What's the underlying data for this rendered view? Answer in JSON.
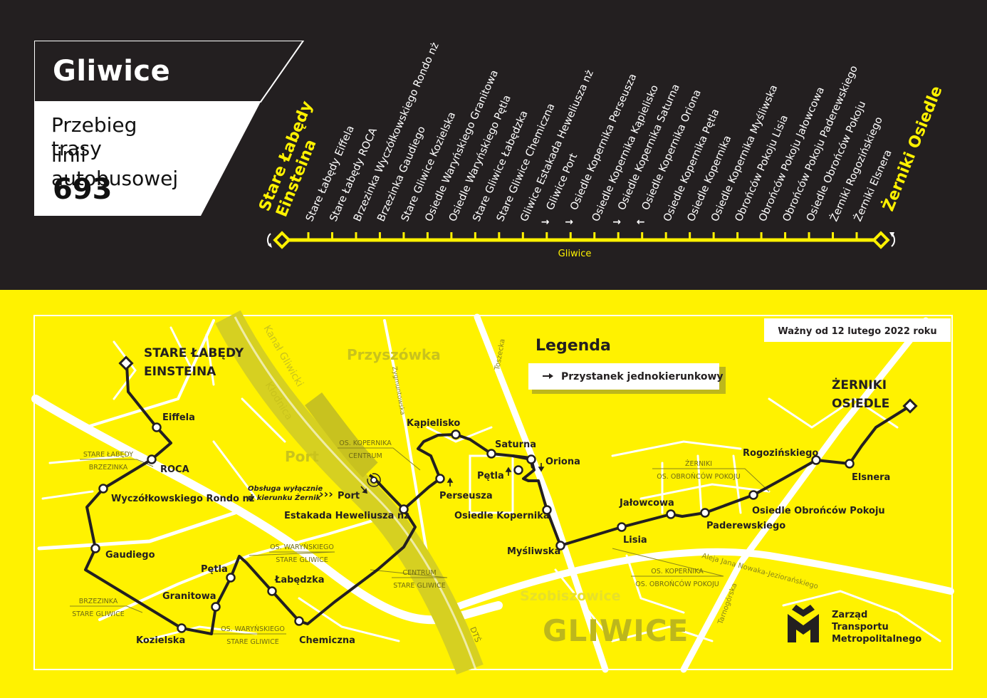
{
  "header": {
    "city": "Gliwice",
    "subtitle_line1": "Przebieg trasy",
    "subtitle_line2": "linii autobusowej",
    "line_number": "693"
  },
  "route_strip": {
    "start_terminal": [
      "Stare Łabędy",
      "Einsteina"
    ],
    "end_terminal": "Żerniki Osiedle",
    "zone_label": "Gliwice",
    "stops": [
      {
        "label": "Stare Łabędy Eiffela",
        "one_way": null
      },
      {
        "label": "Stare Łabędy ROCA",
        "one_way": null
      },
      {
        "label": "Brzezinka Wyczółkowskiego Rondo nż",
        "one_way": null
      },
      {
        "label": "Brzezinka Gaudiego",
        "one_way": null
      },
      {
        "label": "Stare Gliwice Kozielska",
        "one_way": null
      },
      {
        "label": "Osiedle Waryńskiego Granitowa",
        "one_way": null
      },
      {
        "label": "Osiedle Waryńskiego Pętla",
        "one_way": null
      },
      {
        "label": "Stare Gliwice Łabędzka",
        "one_way": null
      },
      {
        "label": "Stare Gliwice Chemiczna",
        "one_way": null
      },
      {
        "label": "Gliwice Estakada Heweliusza nż",
        "one_way": null
      },
      {
        "label": "Gliwice Port",
        "one_way": "right"
      },
      {
        "label": "Osiedle Kopernika Perseusza",
        "one_way": "right"
      },
      {
        "label": "Osiedle Kopernika Kąpielisko",
        "one_way": null
      },
      {
        "label": "Osiedle Kopernika Saturna",
        "one_way": "right"
      },
      {
        "label": "Osiedle Kopernika Oriona",
        "one_way": "left"
      },
      {
        "label": "Osiedle Kopernika Pętla",
        "one_way": null
      },
      {
        "label": "Osiedle Kopernika",
        "one_way": null
      },
      {
        "label": "Osiedle Kopernika Myśliwska",
        "one_way": null
      },
      {
        "label": "Obrońców Pokoju Lisia",
        "one_way": null
      },
      {
        "label": "Obrońców Pokoju Jałowcowa",
        "one_way": null
      },
      {
        "label": "Obrońców Pokoju Paderewskiego",
        "one_way": null
      },
      {
        "label": "Osiedle Obrońców Pokoju",
        "one_way": null
      },
      {
        "label": "Żerniki Rogozińskiego",
        "one_way": null
      },
      {
        "label": "Żerniki Elsnera",
        "one_way": null
      }
    ]
  },
  "map": {
    "valid_from": "Ważny od 12 lutego 2022 roku",
    "legend_title": "Legenda",
    "legend_item": "Przystanek jednokierunkowy",
    "service_note": [
      "Obsługa wyłącznie",
      "w kierunku Żernik"
    ],
    "service_note_arrows": "›››",
    "terminal_start": [
      "STARE ŁABĘDY",
      "EINSTEINA"
    ],
    "terminal_end": [
      "ŻERNIKI",
      "OSIEDLE"
    ],
    "stop_labels": {
      "eiffela": "Eiffela",
      "roca": "ROCA",
      "wyczolkowskiego": "Wyczółkowskiego Rondo nż",
      "gaudiego": "Gaudiego",
      "kozielska": "Kozielska",
      "granitowa": "Granitowa",
      "petla_war": "Pętla",
      "labedzka": "Łabędzka",
      "chemiczna": "Chemiczna",
      "estakada": "Estakada Heweliusza nż",
      "port": "Port",
      "perseusza": "Perseusza",
      "kapielisko": "Kąpielisko",
      "saturna": "Saturna",
      "oriona": "Oriona",
      "petla_kop": "Pętla",
      "os_kopernika": "Osiedle Kopernika",
      "mysliwska": "Myśliwska",
      "lisia": "Lisia",
      "jalowcowa": "Jałowcowa",
      "paderewskiego": "Paderewskiego",
      "os_obroncow": "Osiedle Obrońców Pokoju",
      "rogozinskiego": "Rogozińskiego",
      "elsnera": "Elsnera"
    },
    "zone_boundaries": [
      {
        "top": "STARE ŁABĘDY",
        "bottom": "BRZEZINKA"
      },
      {
        "top": "BRZEZINKA",
        "bottom": "STARE GLIWICE"
      },
      {
        "top": "OS. WARYŃSKIEGO",
        "bottom": "STARE GLIWICE"
      },
      {
        "top": "OS. WARYŃSKIEGO",
        "bottom": "STARE GLIWICE"
      },
      {
        "top": "CENTRUM",
        "bottom": "STARE GLIWICE"
      },
      {
        "top": "OS. KOPERNIKA",
        "bottom": "CENTRUM"
      },
      {
        "top": "ŻERNIKI",
        "bottom": "OS. OBROŃCÓW POKOJU"
      },
      {
        "top": "OS. KOPERNIKA",
        "bottom": "OS. OBROŃCÓW POKOJU"
      }
    ],
    "place_names": {
      "przyszowka": "Przyszówka",
      "port": "Port",
      "szobiszowice": "Szobiszowice",
      "gliwice": "GLIWICE"
    },
    "street_names": {
      "kanal": "Kanał Gliwicki",
      "klodnica": "Kłodnica",
      "zygmuntowska": "Zygmuntowska",
      "toszecka": "Toszecka",
      "aleja": "Aleja Jana Nowaka-Jeziorańskiego",
      "tarnogorska": "Tarnogórska",
      "dts": "DTŚ"
    },
    "operator": [
      "Zarząd",
      "Transportu",
      "Metropolitalnego"
    ]
  },
  "colors": {
    "black": "#231f20",
    "yellow": "#fff200",
    "white": "#ffffff",
    "olive": "#a5a01f"
  }
}
